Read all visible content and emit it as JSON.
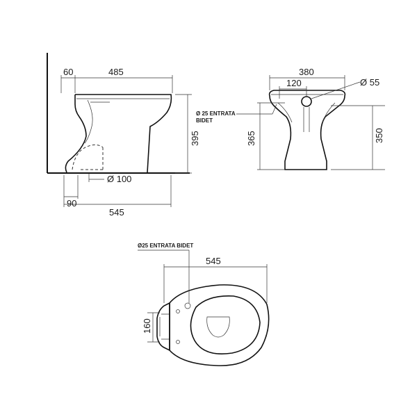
{
  "colors": {
    "line": "#111111",
    "background": "#ffffff"
  },
  "side_view": {
    "dim_top_left": "60",
    "dim_top_width": "485",
    "dim_height": "395",
    "dim_drain_diameter": "Ø 100",
    "dim_bottom_offset": "90",
    "dim_total_length": "545"
  },
  "front_view": {
    "dim_width": "380",
    "dim_hole_spacing": "120",
    "dim_hole_diameter": "Ø 55",
    "dim_left_height": "365",
    "dim_right_height": "350",
    "bidet_note_line1": "Ø 25 ENTRATA",
    "bidet_note_line2": "BIDET"
  },
  "top_view": {
    "bidet_note": "Ø25 ENTRATA BIDET",
    "dim_total_length": "545",
    "dim_width_160": "160"
  }
}
